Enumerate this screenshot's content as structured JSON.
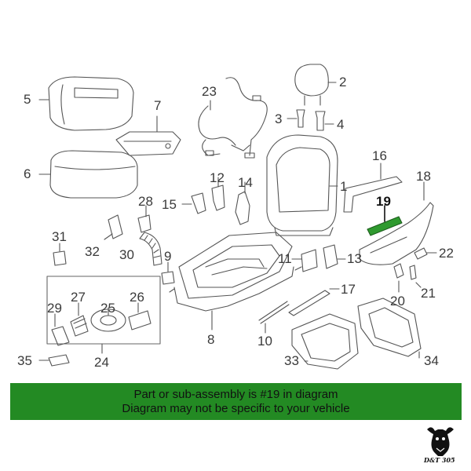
{
  "callouts": [
    {
      "label": "1"
    },
    {
      "label": "2"
    },
    {
      "label": "3"
    },
    {
      "label": "4"
    },
    {
      "label": "5"
    },
    {
      "label": "6"
    },
    {
      "label": "7"
    },
    {
      "label": "8"
    },
    {
      "label": "9"
    },
    {
      "label": "10"
    },
    {
      "label": "11"
    },
    {
      "label": "12"
    },
    {
      "label": "13"
    },
    {
      "label": "14"
    },
    {
      "label": "15"
    },
    {
      "label": "16"
    },
    {
      "label": "17"
    },
    {
      "label": "18"
    },
    {
      "label": "19"
    },
    {
      "label": "20"
    },
    {
      "label": "21"
    },
    {
      "label": "22"
    },
    {
      "label": "23"
    },
    {
      "label": "24"
    },
    {
      "label": "25"
    },
    {
      "label": "26"
    },
    {
      "label": "27"
    },
    {
      "label": "28"
    },
    {
      "label": "29"
    },
    {
      "label": "30"
    },
    {
      "label": "31"
    },
    {
      "label": "32"
    },
    {
      "label": "33"
    },
    {
      "label": "34"
    },
    {
      "label": "35"
    }
  ],
  "highlighted_part": "19",
  "banner": {
    "line1": "Part or sub-assembly is #19 in diagram",
    "line2": "Diagram may not be specific to your vehicle"
  },
  "logo": {
    "text": "D&T 305",
    "icon": "bull-mascot-icon"
  },
  "colors": {
    "banner_bg": "#238a23",
    "highlight": "#2f9a2f",
    "line": "#555555"
  }
}
